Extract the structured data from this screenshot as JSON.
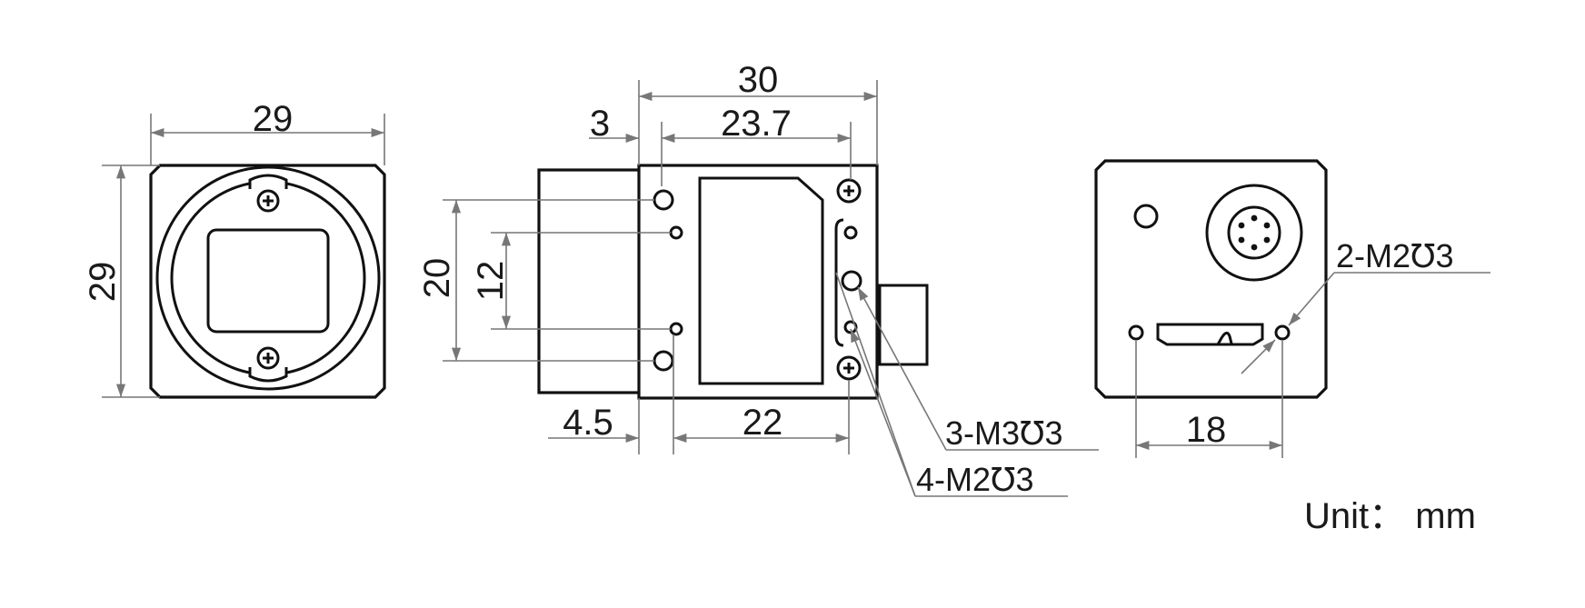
{
  "front_view": {
    "width_label": "29",
    "height_label": "29"
  },
  "side_view": {
    "length_label": "30",
    "offset_label": "3",
    "hole_span_label": "23.7",
    "outer_hole_label": "20",
    "inner_hole_label": "12",
    "lens_depth_label": "4.5",
    "bottom_span_label": "22",
    "callout_m3": "3-M3℧3",
    "callout_m2": "4-M2℧3"
  },
  "back_view": {
    "hole_span_label": "18",
    "callout_m2": "2-M2℧3"
  },
  "unit_label": "Unit： mm",
  "colors": {
    "outline": "#111111",
    "dimension_line": "#777777",
    "text": "#1a1a1a"
  }
}
